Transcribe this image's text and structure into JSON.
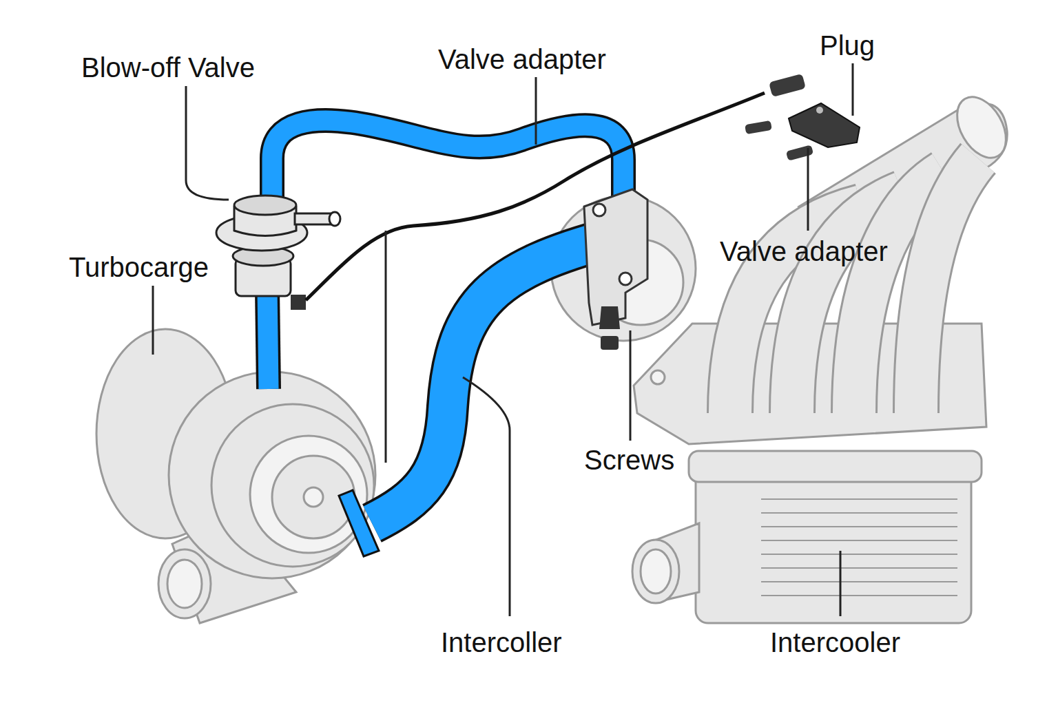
{
  "diagram": {
    "labels": [
      "Blow-off Valve",
      "Valve adapter",
      "Plug",
      "Turbocarge",
      "Valve adapter",
      "Screws",
      "Intercoller",
      "Intercooler"
    ]
  }
}
